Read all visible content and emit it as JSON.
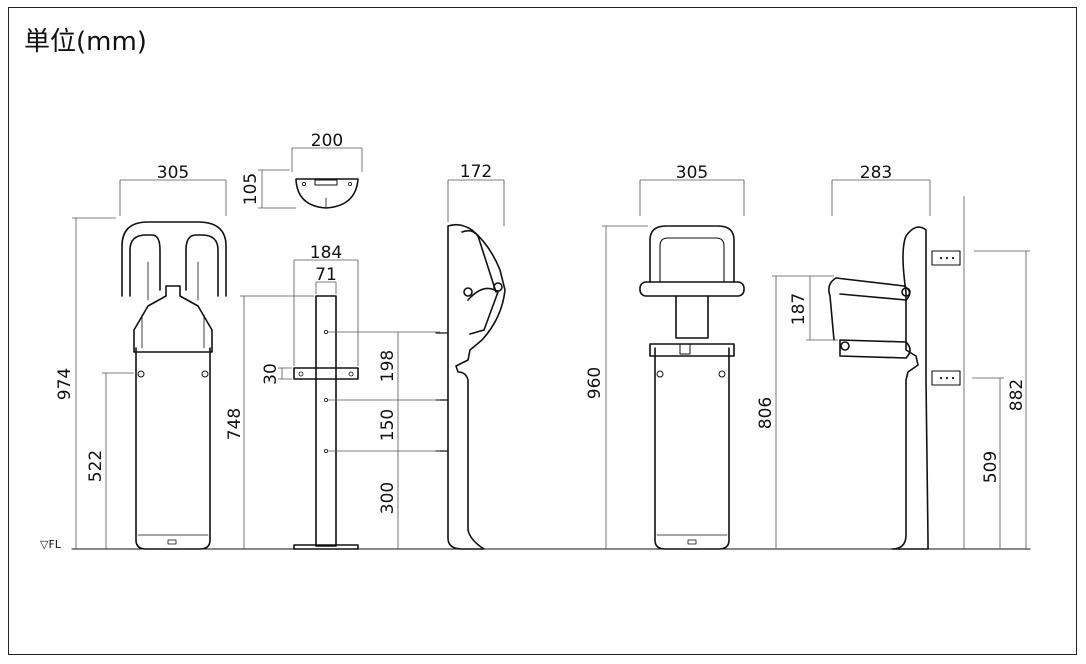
{
  "title": "単位(mm)",
  "floor_label": "▽FL",
  "colors": {
    "line": "#111111",
    "dim": "#555555",
    "background": "#ffffff",
    "shade": "#9a9a9a"
  },
  "views": {
    "front_with_seat": {
      "width": "305",
      "height": "974",
      "bracket_height": "522"
    },
    "wall_bracket_top": {
      "width": "200",
      "depth": "105"
    },
    "mounting_rail": {
      "rail_width": "184",
      "post_width": "71",
      "rail_height": "748",
      "bracket_thickness": "30",
      "spacing_1": "198",
      "spacing_2": "150",
      "spacing_3": "300"
    },
    "side_folded": {
      "depth": "172"
    },
    "front_open": {
      "width": "305",
      "height": "960"
    },
    "side_open": {
      "depth": "283",
      "seat_height": "806",
      "armrest_height": "187",
      "total_height": "882",
      "bracket_height": "509"
    }
  }
}
